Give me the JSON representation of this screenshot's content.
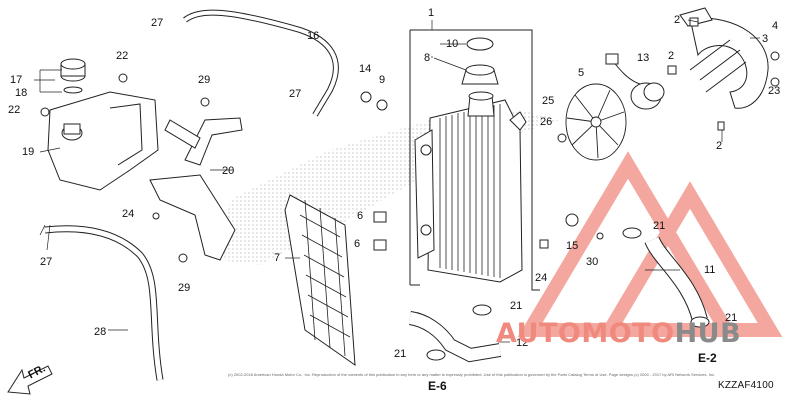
{
  "diagram_code": "KZZAF4100",
  "copyright": "(c) 2002-2018 American Honda Motor Co., Inc. Reproduction of the contents of this publication in any form or any matter is expressly prohibited, Use of this publication is governed by the Parts Catalog Terms of Use. Page designs (c) 2000 - 2017 by ARI Network Services, Inc.",
  "direction_label": "FR.",
  "refs": {
    "e6": "E-6",
    "e2": "E-2"
  },
  "watermark": {
    "part1": "AUTOMOTO",
    "part2": "HUB",
    "color_main": "#f08a7e",
    "color_accent": "#8a8a8a"
  },
  "callouts": {
    "c1": "1",
    "c2a": "2",
    "c2b": "2",
    "c2c": "2",
    "c3": "3",
    "c4": "4",
    "c5": "5",
    "c6a": "6",
    "c6b": "6",
    "c7": "7",
    "c8": "8",
    "c9": "9",
    "c10": "10",
    "c11": "11",
    "c12": "12",
    "c13": "13",
    "c14": "14",
    "c15": "15",
    "c16": "16",
    "c17": "17",
    "c18": "18",
    "c19": "19",
    "c20": "20",
    "c21a": "21",
    "c21b": "21",
    "c21c": "21",
    "c21d": "21",
    "c22a": "22",
    "c22b": "22",
    "c23": "23",
    "c24a": "24",
    "c24b": "24",
    "c25": "25",
    "c26": "26",
    "c27a": "27",
    "c27b": "27",
    "c27c": "27",
    "c28": "28",
    "c29a": "29",
    "c29b": "29",
    "c30": "30"
  }
}
